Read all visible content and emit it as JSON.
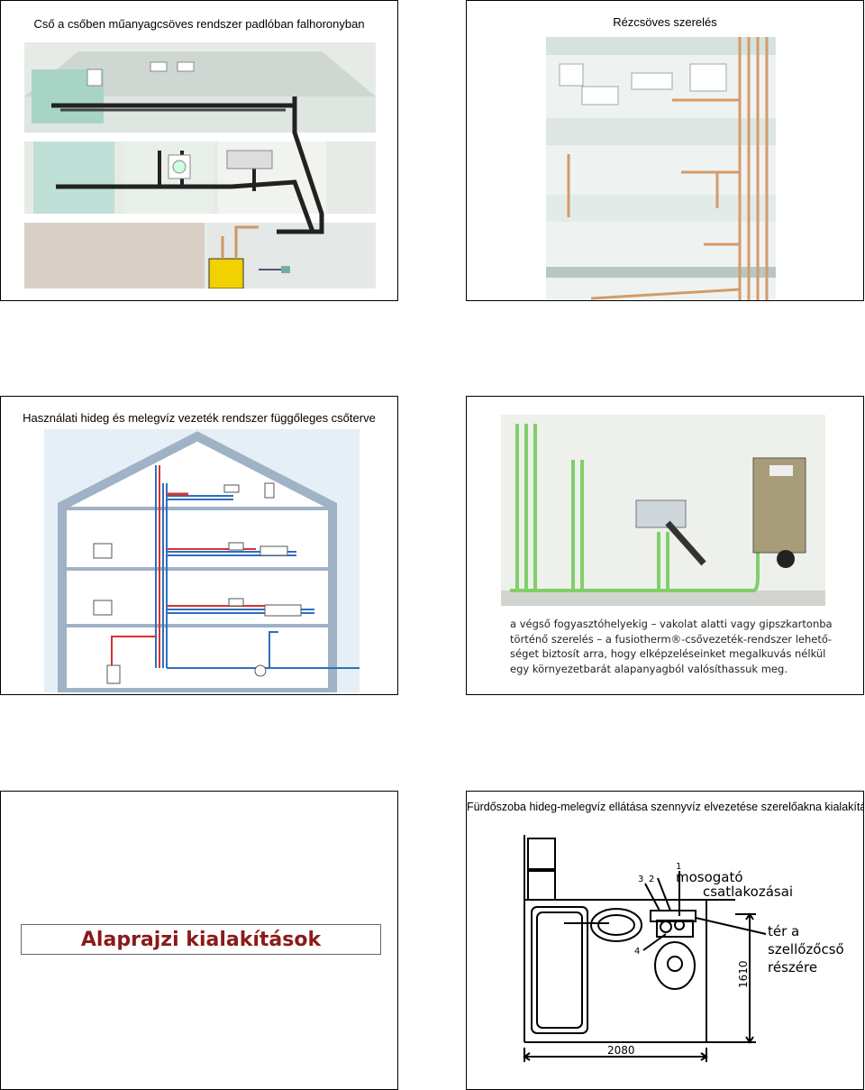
{
  "slides": [
    {
      "title": "Cső a csőben műanyagcsöves rendszer padlóban falhoronyban"
    },
    {
      "title": "Rézcsöves szerelés"
    },
    {
      "title": "Használati hideg és melegvíz vezeték rendszer függőleges csőterve"
    },
    {
      "title": "",
      "caption": [
        "a végső fogyasztóhelyekig – vakolat alatti vagy gipszkartonba",
        "történő szerelés – a fusiotherm®-csővezeték-rendszer lehető-",
        "séget biztosít arra, hogy elképzeléseinket megalkuvás nélkül",
        "egy környezetbarát alapanyagból valósíthassuk meg."
      ]
    },
    {
      "title": "Alaprajzi kialakítások"
    },
    {
      "title": "Fürdőszoba hideg-melegvíz ellátása szennyvíz elvezetése szerelőakna kialakításával",
      "labels": {
        "n1": "1",
        "n2": "2",
        "n3": "3",
        "n4": "4",
        "l1": "mosogató",
        "l2": "csatlakozásai",
        "l3": "tér a",
        "l4": "szellőzőcső",
        "l5": "részére",
        "dim_w": "2080",
        "dim_h": "1610"
      }
    }
  ],
  "colors": {
    "hot": "#d8332e",
    "cold": "#2f6fc0",
    "pipe_dark": "#222222",
    "green_pipe": "#7fcf6a",
    "title_red": "#8b1a1a"
  }
}
